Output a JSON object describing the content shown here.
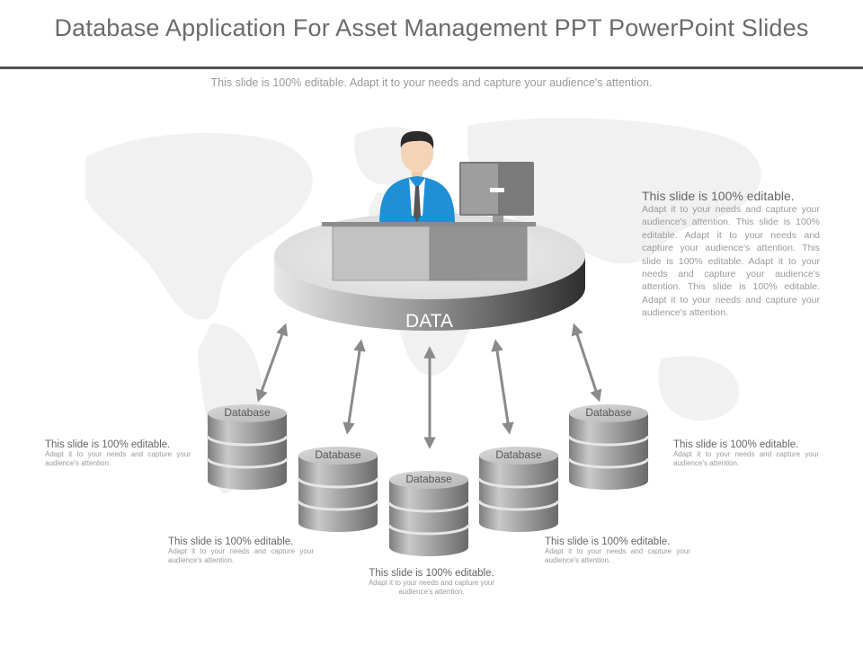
{
  "slide": {
    "title": "Database Application For Asset Management PPT PowerPoint Slides",
    "subtitle": "This slide is 100% editable. Adapt it to your needs and capture your audience's attention."
  },
  "hub": {
    "label": "DATA"
  },
  "side_note": {
    "heading": "This slide is 100% editable.",
    "body": "Adapt it to your needs and capture your audience's attention. This slide is 100% editable. Adapt it to your needs and capture your audience's attention. This slide is 100% editable. Adapt it to your needs and capture your audience's attention. This slide is 100% editable. Adapt it to your needs and capture your audience's attention."
  },
  "databases": [
    {
      "label": "Database"
    },
    {
      "label": "Database"
    },
    {
      "label": "Database"
    },
    {
      "label": "Database"
    },
    {
      "label": "Database"
    }
  ],
  "notes": [
    {
      "heading": "This slide is 100% editable.",
      "body": "Adapt it to your needs and capture your audience's attention."
    },
    {
      "heading": "This slide is 100% editable.",
      "body": "Adapt it to your needs and capture your audience's attention."
    },
    {
      "heading": "This slide is 100% editable.",
      "body": "Adapt it to your needs and capture your audience's attention."
    },
    {
      "heading": "This slide is 100% editable.",
      "body": "Adapt it to your needs and capture your audience's attention."
    },
    {
      "heading": "This slide is 100% editable.",
      "body": "Adapt it to your needs and capture your audience's attention."
    }
  ],
  "colors": {
    "shirt": "#1f8fd6",
    "platform_top": "#e6e6e6",
    "title_text": "#6b6b6b",
    "accent_dark": "#444444"
  }
}
